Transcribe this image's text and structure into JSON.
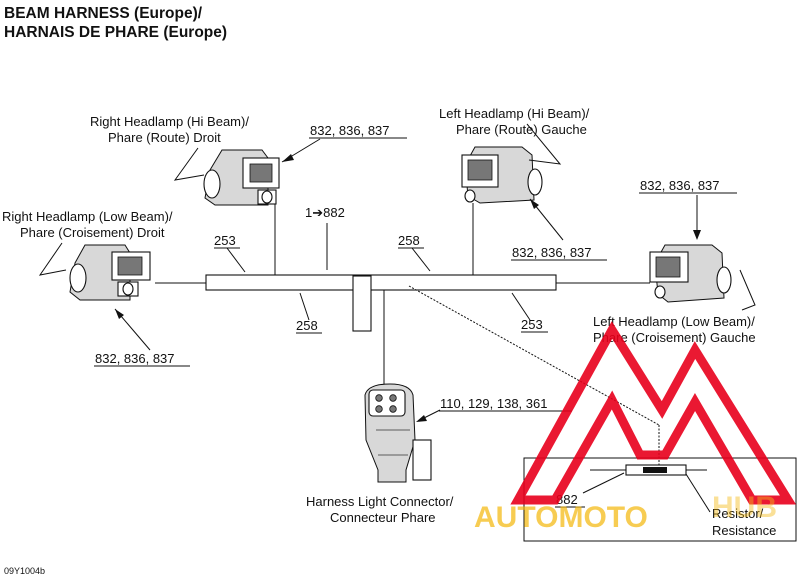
{
  "title": {
    "line1": "BEAM HARNESS (Europe)/",
    "line2": "HARNAIS DE PHARE (Europe)"
  },
  "labels": {
    "right_hi_1": "Right Headlamp (Hi Beam)/",
    "right_hi_2": "Phare (Route) Droit",
    "right_low_1": "Right Headlamp (Low Beam)/",
    "right_low_2": "Phare (Croisement) Droit",
    "left_hi_1": "Left Headlamp (Hi Beam)/",
    "left_hi_2": "Phare (Route) Gauche",
    "left_low_1": "Left Headlamp (Low Beam)/",
    "left_low_2": "Phare (Croisement) Gauche",
    "connector_1": "Harness Light Connector/",
    "connector_2": "Connecteur Phare",
    "resistor_1": "Resistor/",
    "resistor_2": "Resistance"
  },
  "refs": {
    "right_hi": "832, 836, 837",
    "right_low": "832, 836, 837",
    "left_hi": "832, 836, 837",
    "left_low": "832, 836, 837",
    "main": "1➔882",
    "r253_left": "253",
    "r258_top": "258",
    "r258_bottom": "258",
    "r253_right": "253",
    "connector": "110, 129, 138, 361",
    "resistor": "882"
  },
  "footer": {
    "code": "09Y1004b"
  },
  "watermark": {
    "text_a": "AUTOMOTO",
    "text_b": "HUB",
    "color": "#e8001c"
  }
}
